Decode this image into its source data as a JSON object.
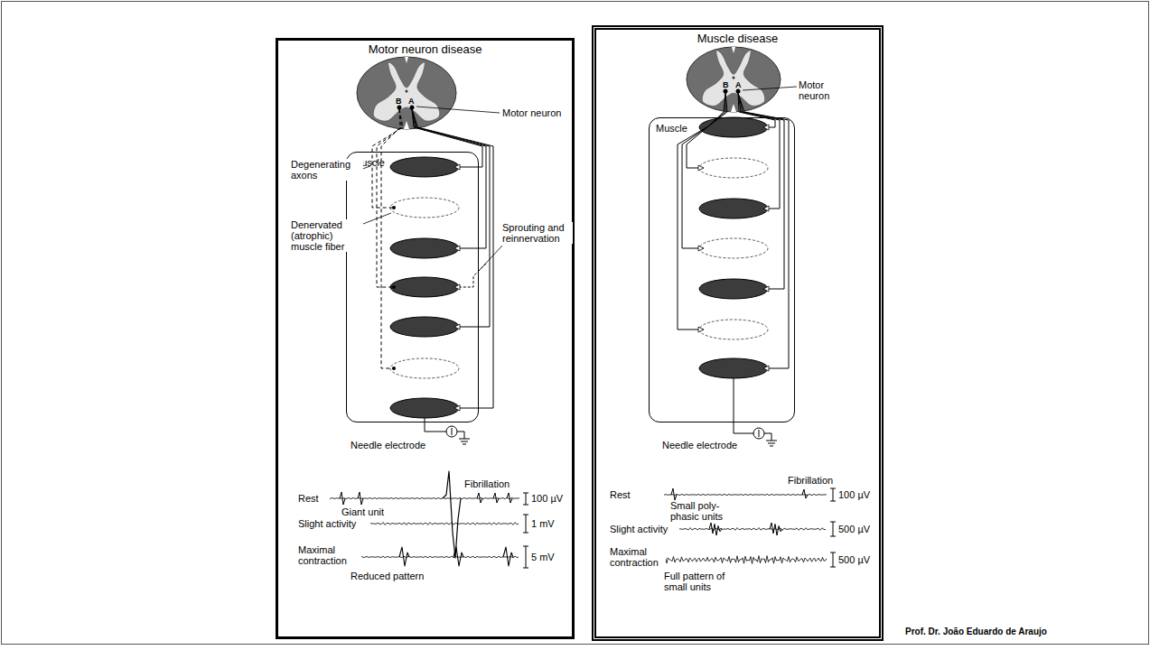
{
  "diagram": {
    "nodes": [
      {
        "text": [
          "Motor neuron disease"
        ]
      },
      {
        "text": [
          "Muscle"
        ],
        "in": 0
      },
      {
        "text": [
          "Muscle disease"
        ]
      },
      {
        "text": [
          "Muscle"
        ],
        "in": 2
      }
    ],
    "labels": [
      "B",
      "A",
      "Motor neuron",
      "Degenerating axons",
      "Denervated (atrophic) muscle fiber",
      "Sprouting and reinnervation",
      "Needle electrode",
      "Rest",
      "Giant unit",
      "Fibrillation",
      "100 µV",
      "Slight activity",
      "1 mV",
      "Maximal contraction",
      "Reduced pattern",
      "5 mV",
      "B",
      "A",
      "Motor neuron",
      "Needle electrode",
      "Rest",
      "Fibrillation",
      "100 µV",
      "Small poly- phasic units",
      "Slight activity",
      "500 µV",
      "Maximal contraction",
      "Full pattern of small units",
      "500 µV",
      "Prof. Dr. João Eduardo de Araujo"
    ]
  }
}
